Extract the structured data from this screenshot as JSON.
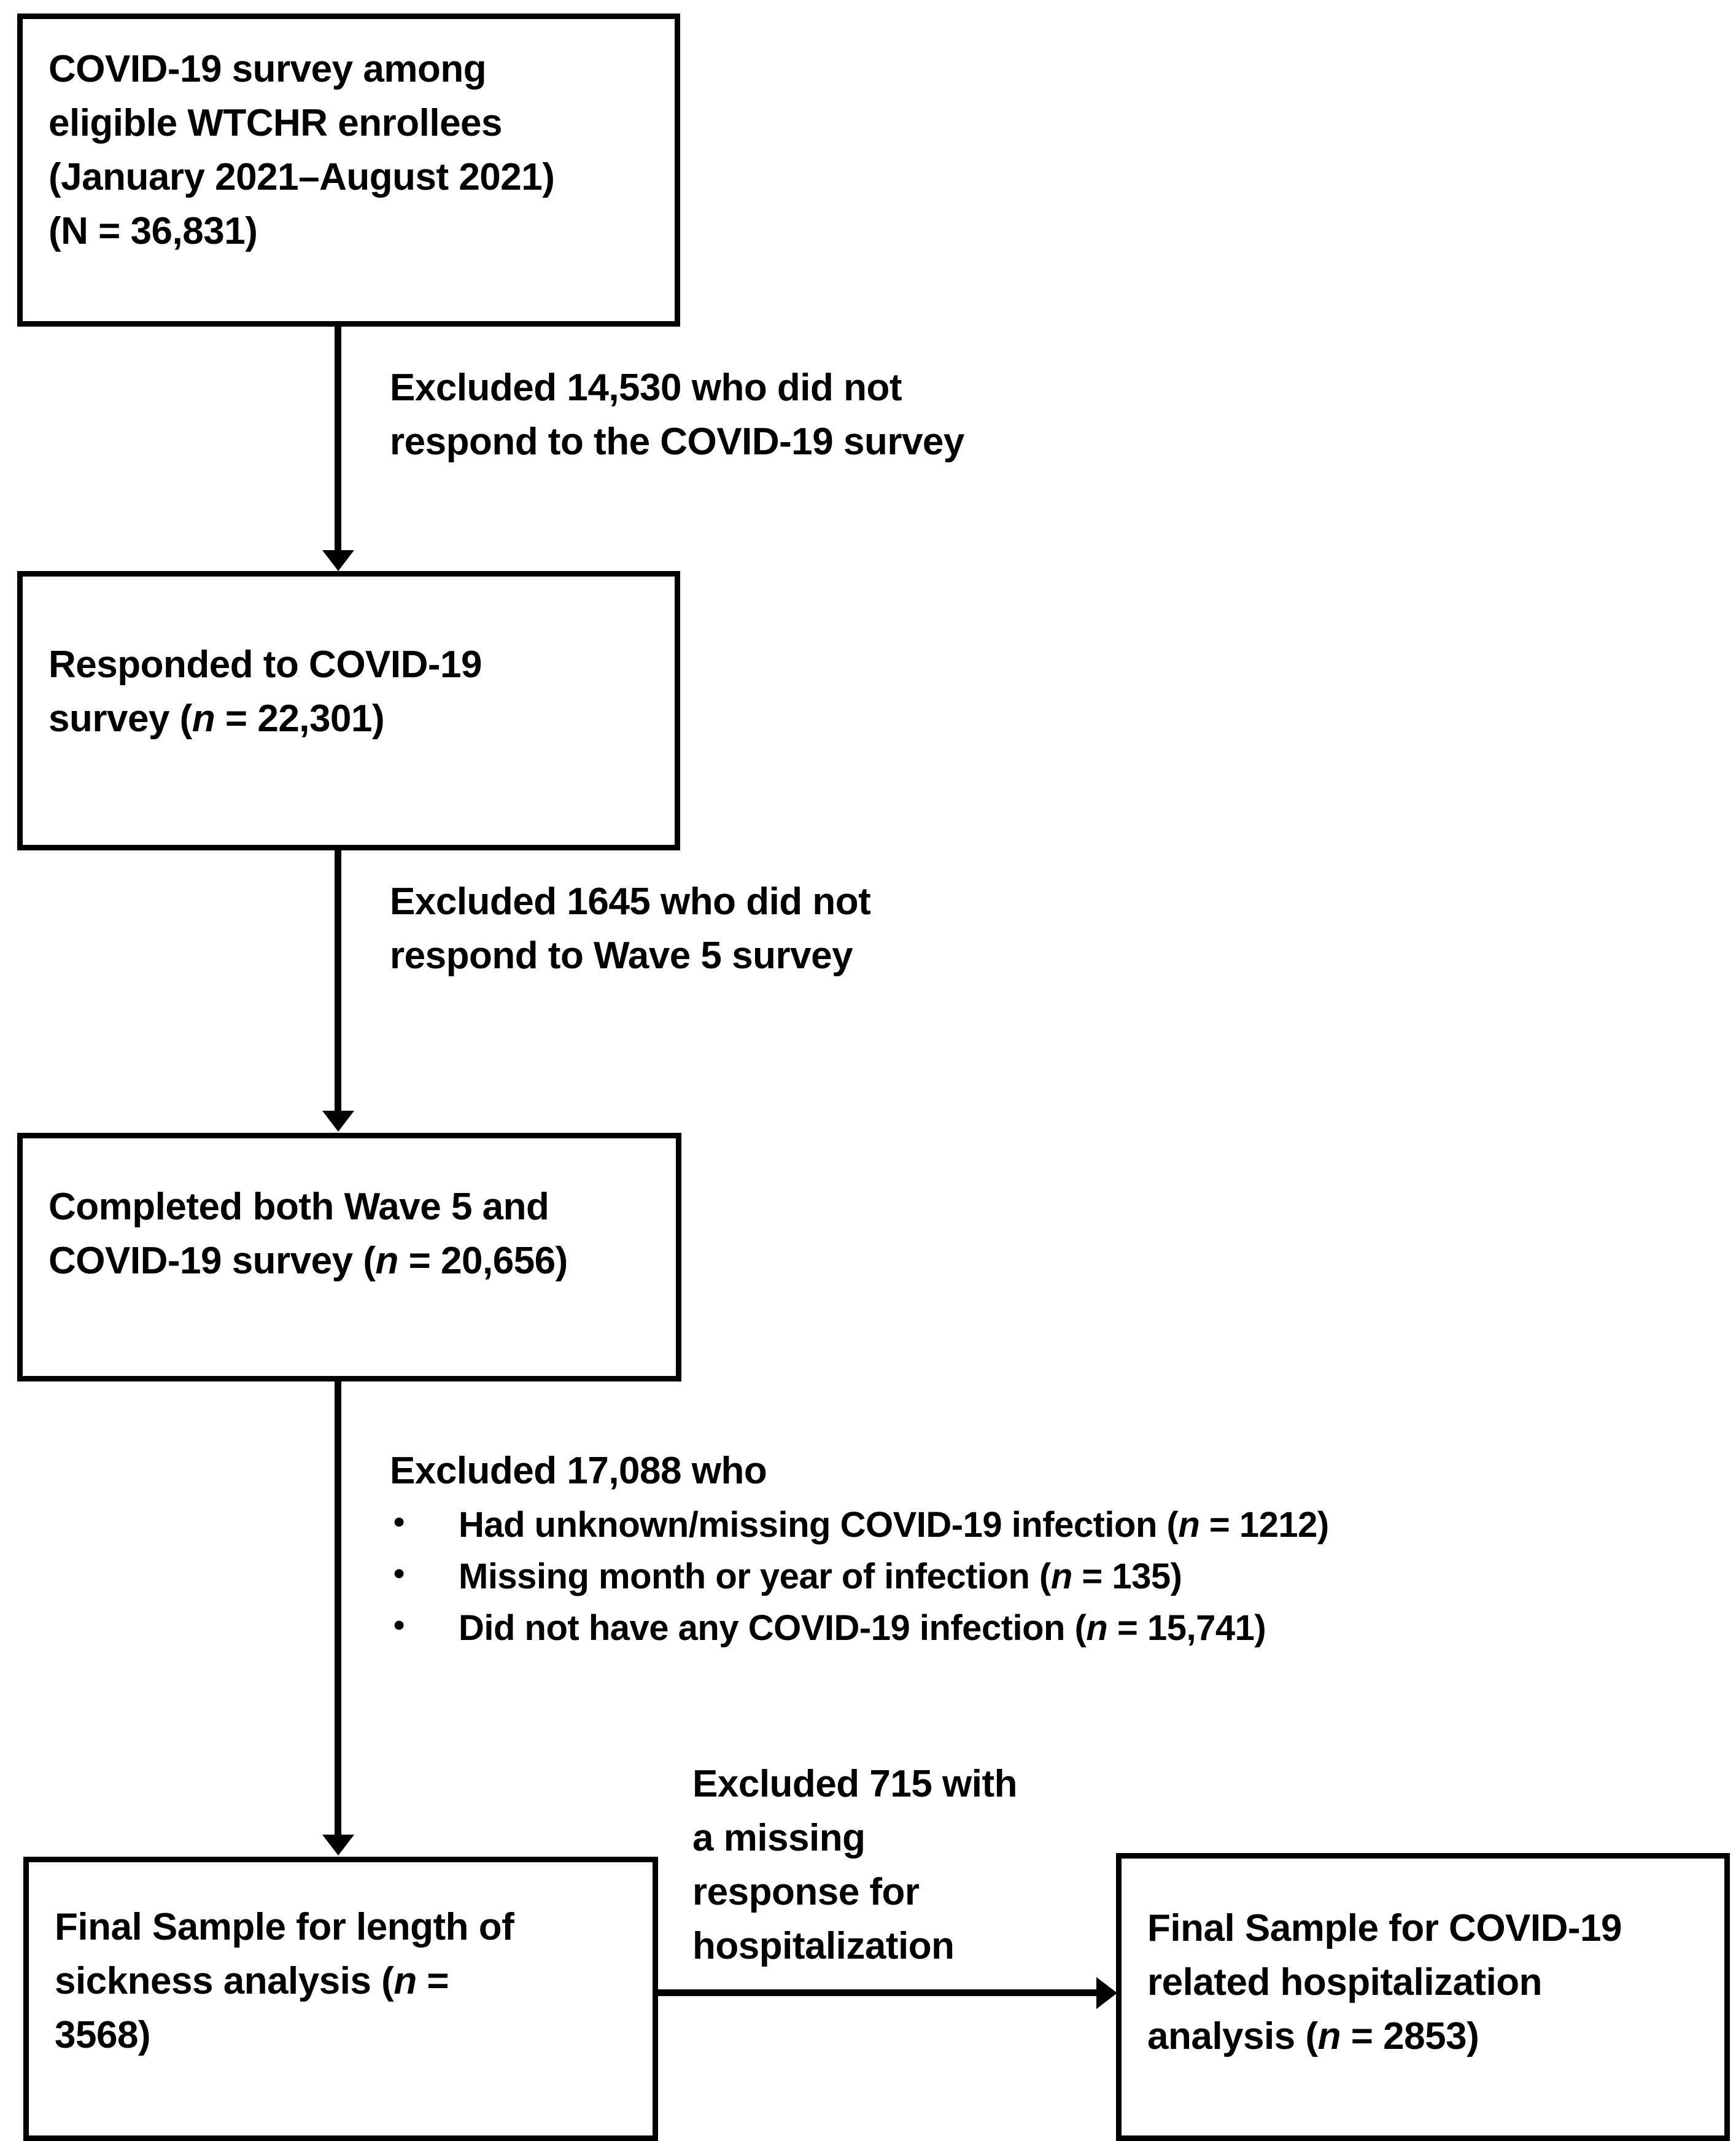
{
  "diagram": {
    "type": "flowchart",
    "title": "COVID-19 survey participant selection flow",
    "colors": {
      "background": "#ffffff",
      "stroke": "#000000",
      "text": "#000000"
    },
    "nodes": [
      {
        "id": "node-survey-population",
        "name": "covid-survey-population-box",
        "text": "COVID-19 survey among\neligible WTCHR enrollees\n(January 2021–August 2021)\n(N = 36,831)"
      },
      {
        "id": "node-responded",
        "name": "responded-to-survey-box",
        "text": "Responded to COVID-19\nsurvey (n = 22,301)"
      },
      {
        "id": "node-completed-both",
        "name": "completed-both-surveys-box",
        "text": "Completed both Wave 5 and\nCOVID-19 survey (n = 20,656)"
      },
      {
        "id": "node-final-sickness",
        "name": "final-sample-sickness-box",
        "text": "Final Sample for length of\nsickness analysis (n =\n3568)"
      },
      {
        "id": "node-final-hospitalization",
        "name": "final-sample-hospitalization-box",
        "text": "Final Sample for COVID-19\nrelated hospitalization\nanalysis (n = 2853)"
      }
    ],
    "edge_labels": {
      "exclusion_1": "Excluded 14,530 who did not\nrespond to the COVID-19 survey",
      "exclusion_2": "Excluded 1645 who did not\nrespond to Wave 5 survey",
      "exclusion_3_head": "Excluded 17,088 who",
      "exclusion_3_bullets": [
        "Had unknown/missing COVID-19 infection (n = 1212)",
        "Missing month or year of infection (n = 135)",
        "Did not have any COVID-19 infection (n = 15,741)"
      ],
      "exclusion_4": "Excluded 715 with\na missing\nresponse for\nhospitalization"
    },
    "bullet_glyph": "•",
    "edges": [
      {
        "from": "node-survey-population",
        "to": "node-responded",
        "direction": "down"
      },
      {
        "from": "node-responded",
        "to": "node-completed-both",
        "direction": "down"
      },
      {
        "from": "node-completed-both",
        "to": "node-final-sickness",
        "direction": "down"
      },
      {
        "from": "node-final-sickness",
        "to": "node-final-hospitalization",
        "direction": "right"
      }
    ]
  }
}
